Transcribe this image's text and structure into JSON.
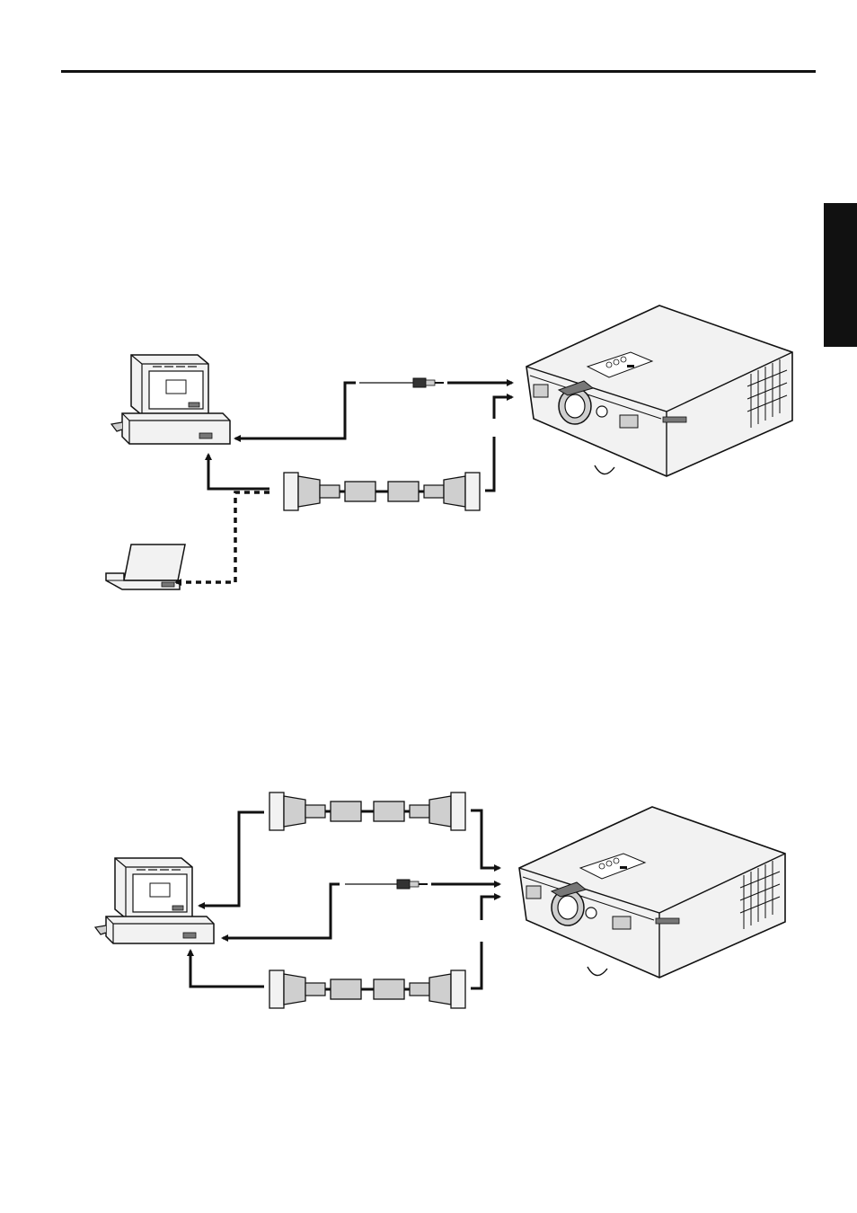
{
  "page": {
    "background": "#ffffff",
    "ink": "#111111",
    "panel_fill": "#f2f2f2",
    "shade_fill": "#cfcfcf",
    "dark_fill": "#777777"
  },
  "diagrams": [
    {
      "id": "connection-diagram-1",
      "devices": [
        "desktop-computer",
        "laptop-computer",
        "projector"
      ],
      "cables": [
        "audio-cable",
        "rgb-cable"
      ]
    },
    {
      "id": "connection-diagram-2",
      "devices": [
        "desktop-computer",
        "projector"
      ],
      "cables": [
        "rgb-cable-upper",
        "audio-cable",
        "rgb-cable-lower"
      ]
    }
  ],
  "icons": [
    "desktop-computer-icon",
    "laptop-computer-icon",
    "projector-icon",
    "d-sub-connector-icon",
    "ferrite-core-icon",
    "audio-plug-icon",
    "arrow-icon"
  ]
}
